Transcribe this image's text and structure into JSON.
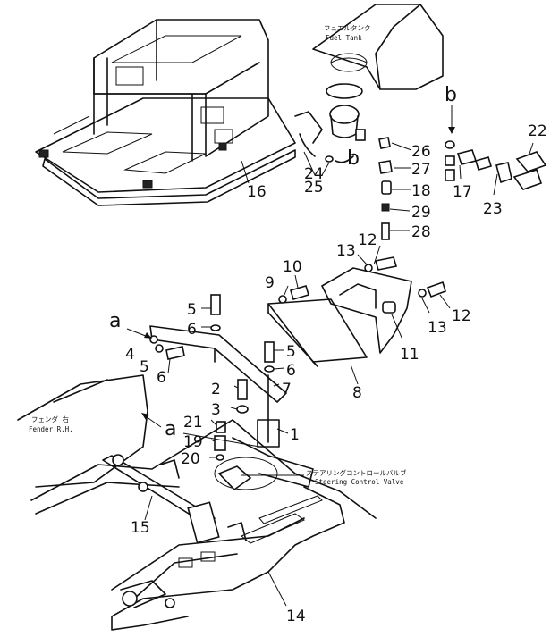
{
  "notes": {
    "fuel_tank_jp": "フュエルタンク",
    "fuel_tank_en": "Fuel Tank",
    "fender_jp": "フェンダ 右",
    "fender_en": "Fender R.H.",
    "valve_jp": "ステアリングコントロールバルブ",
    "valve_en": "Steering Control Valve"
  },
  "letters": {
    "b_top": "b",
    "b_mid": "b",
    "a_left": "a",
    "a_fender": "a"
  },
  "callouts": {
    "p1": "1",
    "p2": "2",
    "p3": "3",
    "p4": "4",
    "p5a": "5",
    "p5b": "5",
    "p5c": "5",
    "p6a": "6",
    "p6b": "6",
    "p6c": "6",
    "p7": "7",
    "p8": "8",
    "p9": "9",
    "p10": "10",
    "p11": "11",
    "p12a": "12",
    "p12b": "12",
    "p13a": "13",
    "p13b": "13",
    "p14": "14",
    "p15": "15",
    "p16": "16",
    "p17": "17",
    "p18": "18",
    "p19": "19",
    "p20": "20",
    "p21": "21",
    "p22": "22",
    "p23": "23",
    "p24": "24",
    "p25": "25",
    "p26": "26",
    "p27": "27",
    "p28": "28",
    "p29": "29"
  }
}
